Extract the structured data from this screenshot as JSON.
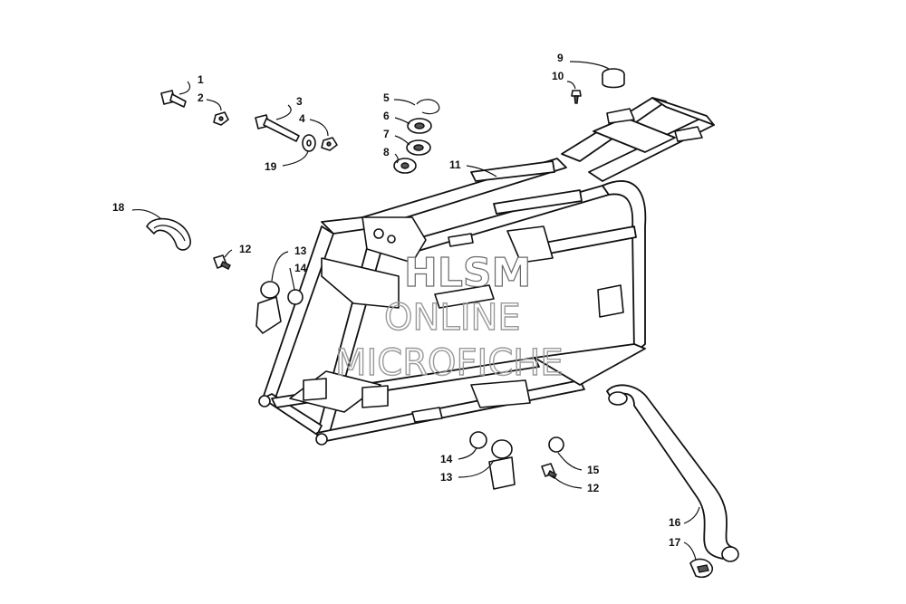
{
  "diagram": {
    "watermark": {
      "line1": "HLSM",
      "line2": "ONLINE",
      "line3": "MICROFICHE"
    },
    "callouts": [
      {
        "id": "c1",
        "label": "1"
      },
      {
        "id": "c2",
        "label": "2"
      },
      {
        "id": "c3",
        "label": "3"
      },
      {
        "id": "c4",
        "label": "4"
      },
      {
        "id": "c5",
        "label": "5"
      },
      {
        "id": "c6",
        "label": "6"
      },
      {
        "id": "c7",
        "label": "7"
      },
      {
        "id": "c8",
        "label": "8"
      },
      {
        "id": "c9",
        "label": "9"
      },
      {
        "id": "c10",
        "label": "10"
      },
      {
        "id": "c11",
        "label": "11"
      },
      {
        "id": "c12a",
        "label": "12"
      },
      {
        "id": "c13a",
        "label": "13"
      },
      {
        "id": "c14a",
        "label": "14"
      },
      {
        "id": "c18",
        "label": "18"
      },
      {
        "id": "c19",
        "label": "19"
      },
      {
        "id": "c14b",
        "label": "14"
      },
      {
        "id": "c13b",
        "label": "13"
      },
      {
        "id": "c15",
        "label": "15"
      },
      {
        "id": "c12b",
        "label": "12"
      },
      {
        "id": "c16",
        "label": "16"
      },
      {
        "id": "c17",
        "label": "17"
      }
    ]
  }
}
